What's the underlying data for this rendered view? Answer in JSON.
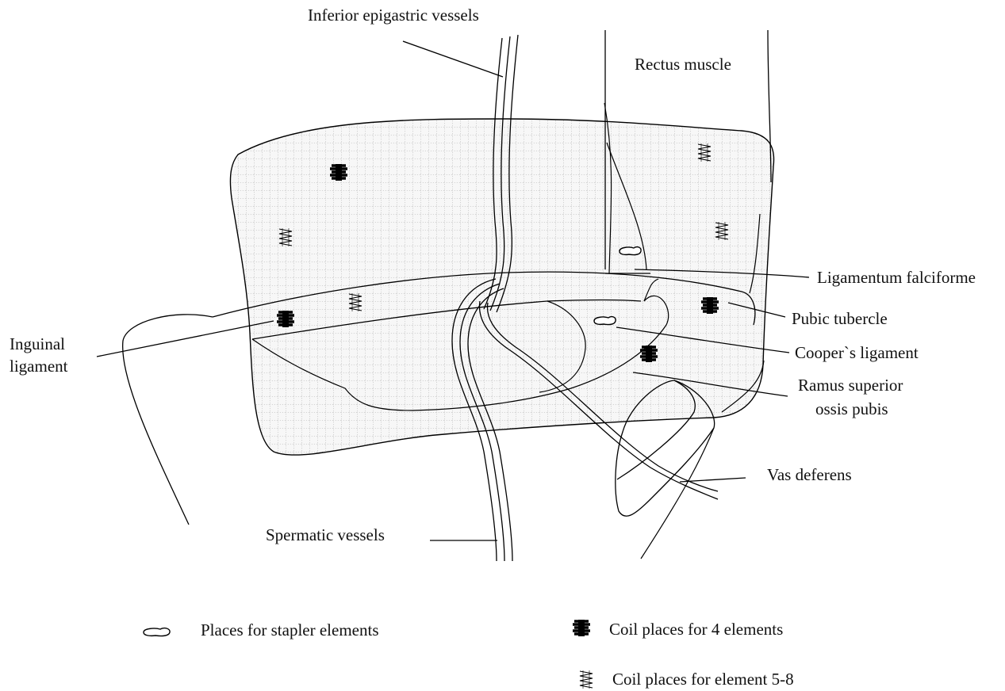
{
  "labels": {
    "inferior_epigastric": "Inferior epigastric vessels",
    "rectus": "Rectus muscle",
    "ligamentum": "Ligamentum falciforme",
    "pubic_tubercle": "Pubic tubercle",
    "cooper": "Cooper`s ligament",
    "ramus_line1": "Ramus superior",
    "ramus_line2": "ossis pubis",
    "inguinal_line1": "Inguinal",
    "inguinal_line2": "ligament",
    "vas": "Vas deferens",
    "spermatic": "Spermatic vessels"
  },
  "legend": {
    "stapler": "Places for stapler elements",
    "coil4": "Coil places for 4 elements",
    "coil58": "Coil places for element 5-8"
  }
}
